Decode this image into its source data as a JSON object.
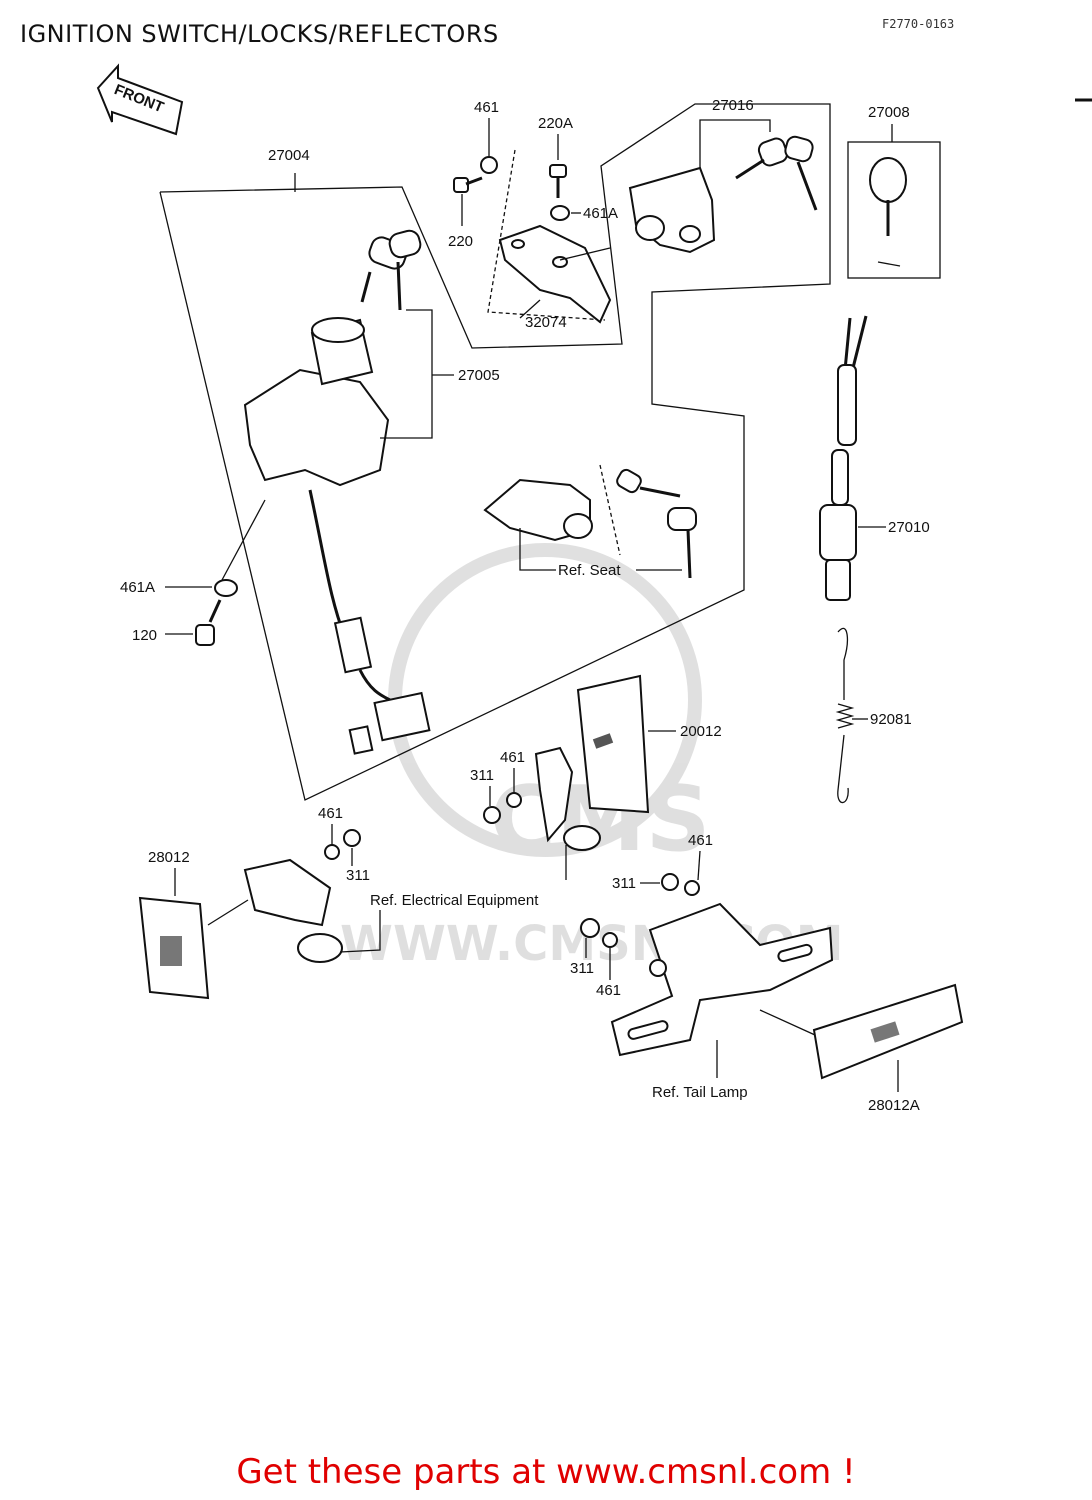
{
  "title": "IGNITION SWITCH/LOCKS/REFLECTORS",
  "figure_code": "F2770-0163",
  "front_arrow_text": "FRONT",
  "footer": "Get these parts at www.cmsnl.com !",
  "watermark": {
    "brand": "CMS",
    "url": "WWW.CMSNL.COM"
  },
  "labels": {
    "p27004": "27004",
    "p461_top": "461",
    "p220A": "220A",
    "p220": "220",
    "p461A_top": "461A",
    "p32074": "32074",
    "p27016": "27016",
    "p27008": "27008",
    "p27005": "27005",
    "p461A_left": "461A",
    "p120": "120",
    "ref_seat": "Ref. Seat",
    "p27010": "27010",
    "p92081": "92081",
    "p28012_mid": "20012",
    "p461_mid": "461",
    "p311_mid": "311",
    "p461_left": "461",
    "p311_left": "311",
    "p28012": "28012",
    "ref_electrical": "Ref. Electrical Equipment",
    "p461_right": "461",
    "p311_right": "311",
    "p311_bottom": "311",
    "p461_bottom": "461",
    "ref_tail_lamp": "Ref. Tail Lamp",
    "p28012A": "28012A"
  }
}
